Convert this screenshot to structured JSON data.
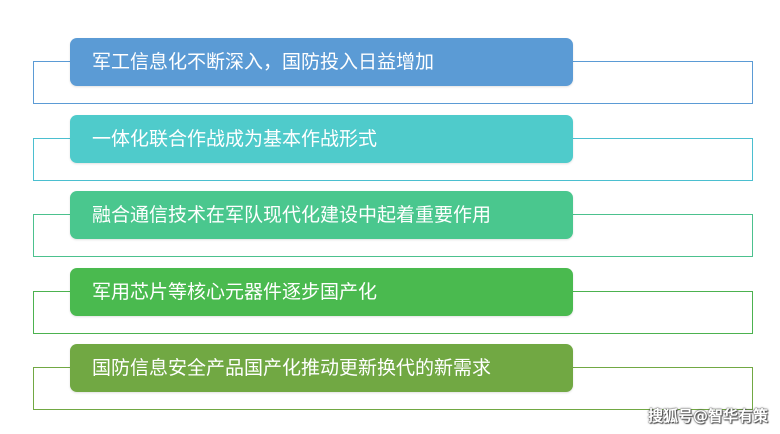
{
  "items": [
    {
      "text": "军工信息化不断深入，国防投入日益增加",
      "fill": "#5b9bd5",
      "line": "#5b9bd5"
    },
    {
      "text": "一体化联合作战成为基本作战形式",
      "fill": "#4fcbcb",
      "line": "#4bbfd0"
    },
    {
      "text": "融合通信技术在军队现代化建设中起着重要作用",
      "fill": "#4ac78e",
      "line": "#4cc18e"
    },
    {
      "text": "军用芯片等核心元器件逐步国产化",
      "fill": "#4aba4f",
      "line": "#4cb24f"
    },
    {
      "text": "国防信息安全产品国产化推动更新换代的新需求",
      "fill": "#71a843",
      "line": "#71a843"
    }
  ],
  "watermark": "搜狐号@智华有策"
}
